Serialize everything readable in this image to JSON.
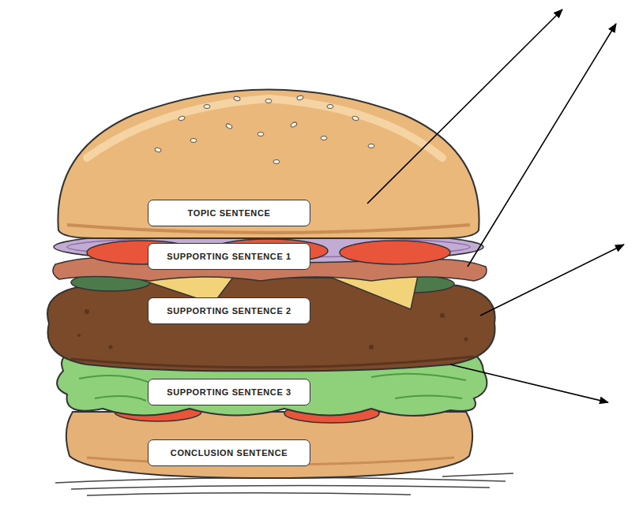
{
  "diagram": {
    "nodes": [
      {
        "text": [
          "TOPIC SENTENCE"
        ]
      },
      {
        "text": [
          "SUPPORTING SENTENCE 1"
        ]
      },
      {
        "text": [
          "SUPPORTING SENTENCE 2"
        ]
      },
      {
        "text": [
          "SUPPORTING SENTENCE 3"
        ]
      },
      {
        "text": [
          "CONCLUSION SENTENCE"
        ]
      }
    ]
  }
}
